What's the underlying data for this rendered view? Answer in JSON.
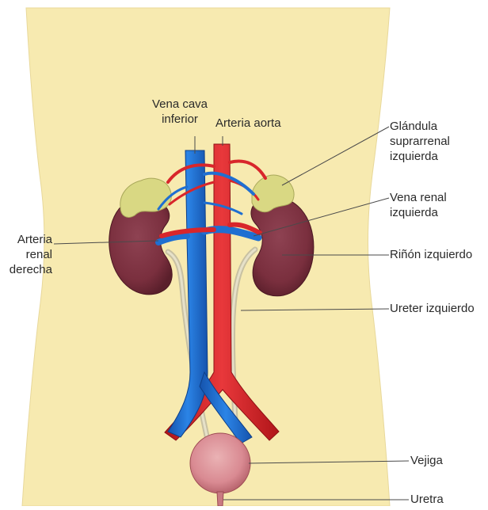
{
  "labels": {
    "vena_cava": [
      "Vena cava",
      "inferior"
    ],
    "arteria_aorta": "Arteria aorta",
    "glandula": [
      "Glándula",
      "suprarrenal",
      "izquierda"
    ],
    "vena_renal": [
      "Vena renal",
      "izquierda"
    ],
    "arteria_renal": [
      "Arteria",
      "renal",
      "derecha"
    ],
    "rinon": "Riñón izquierdo",
    "ureter": "Ureter izquierdo",
    "vejiga": "Vejiga",
    "uretra": "Uretra"
  },
  "colors": {
    "background": "#ffffff",
    "body": "#f7eab0",
    "body_shade": "#efe2a6",
    "artery": "#d8262b",
    "vein": "#1f6fd1",
    "kidney": "#7a2f3e",
    "adrenal": "#d9d883",
    "ureter": "#d7d1b4",
    "bladder": "#d98a92",
    "leader": "#4a4a4a"
  }
}
